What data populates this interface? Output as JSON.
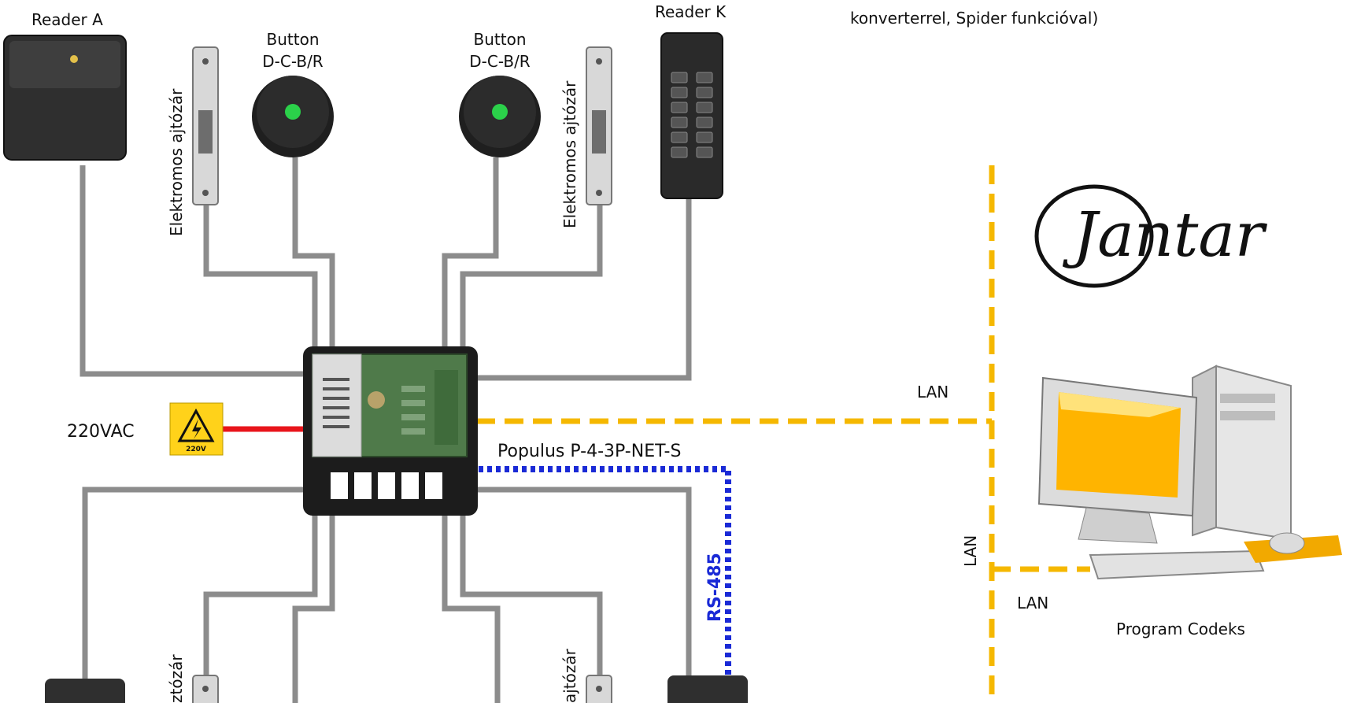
{
  "labels": {
    "reader_a": "Reader A",
    "reader_k": "Reader K",
    "note_line": "konverterrel, Spider funkcióval)",
    "button_left_1": "Button",
    "button_left_2": "D-C-B/R",
    "button_right_1": "Button",
    "button_right_2": "D-C-B/R",
    "lock_left": "Elektromos ajtózár",
    "lock_right": "Elektromos ajtózár",
    "lock_bottom_left": "ztózár",
    "lock_bottom_right": "ajtózár",
    "power": "220VAC",
    "power_sign": "220V",
    "controller": "Populus  P-4-3P-NET-S",
    "rs485": "RS-485",
    "lan_top": "LAN",
    "lan_vertical": "LAN",
    "lan_bottom": "LAN",
    "pc": "Program Codeks",
    "logo": "Jantar"
  },
  "colors": {
    "cable": "#8c8c8c",
    "power_line": "#e8141b",
    "lan_line": "#f5b800",
    "rs485_line": "#1a2ad6",
    "warning_sign": "#ffd21a",
    "button_led": "#2bd14a",
    "monitor_screen": "#ffb400"
  },
  "icons": {
    "reader_a": "card-reader-icon",
    "reader_k": "keypad-reader-icon",
    "button": "exit-button-icon",
    "lock": "electric-strike-icon",
    "controller": "controller-board-icon",
    "warning": "high-voltage-icon",
    "pc": "desktop-computer-icon"
  }
}
